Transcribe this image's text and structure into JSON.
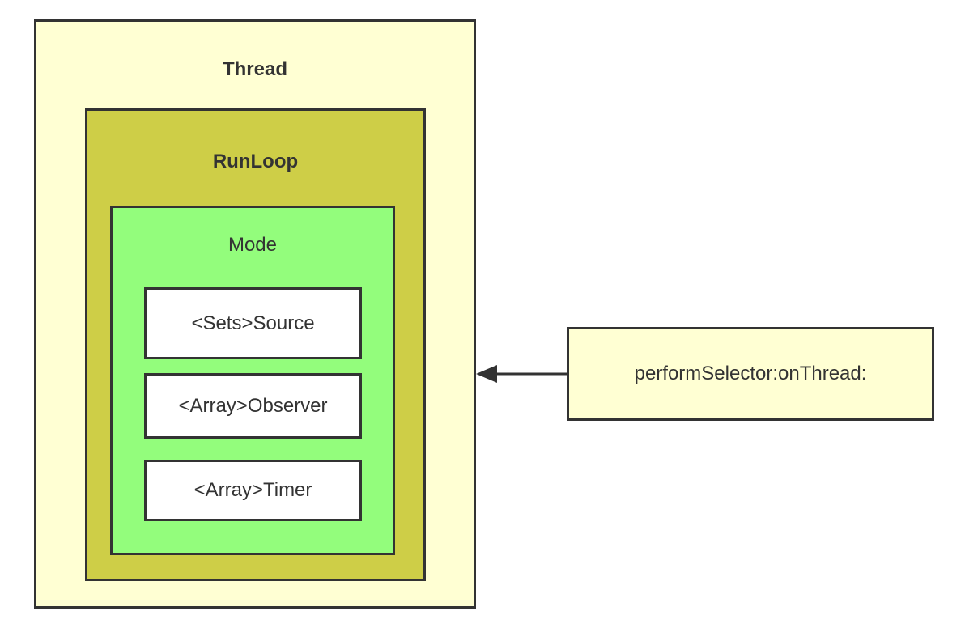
{
  "diagram": {
    "thread_label": "Thread",
    "runloop_label": "RunLoop",
    "mode_label": "Mode",
    "mode_items": [
      "<Sets>Source",
      "<Array>Observer",
      "<Array>Timer"
    ],
    "caller_label": "performSelector:onThread:"
  },
  "colors": {
    "thread_fill": "#ffffd3",
    "runloop_fill": "#cece47",
    "mode_fill": "#93fd7c",
    "item_fill": "#ffffff",
    "caller_fill": "#ffffd3",
    "stroke": "#333333"
  }
}
